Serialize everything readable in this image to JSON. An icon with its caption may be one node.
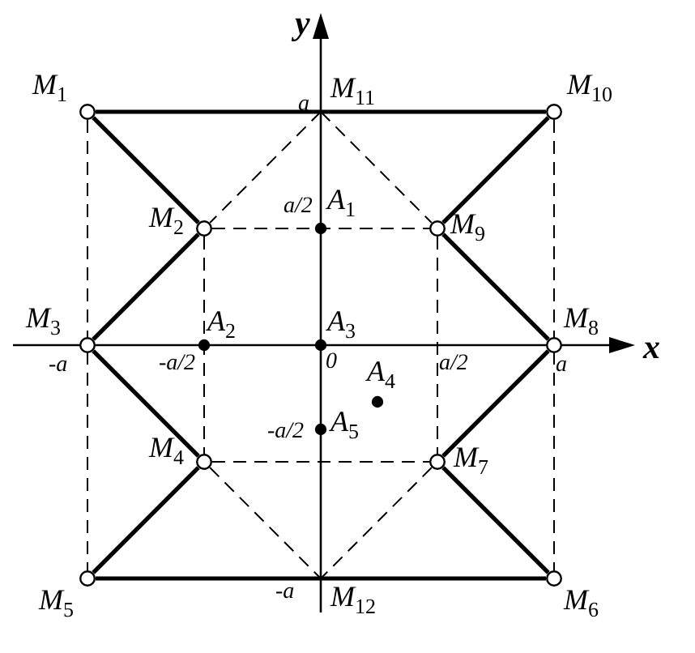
{
  "diagram": {
    "nodes": [
      {
        "text": [
          "M$_{1}$"
        ]
      },
      {
        "text": [
          "M$_{11}$"
        ]
      },
      {
        "text": [
          "M$_{10}$"
        ]
      },
      {
        "text": [
          "M$_{2}$"
        ]
      },
      {
        "text": [
          "A$_{1}$"
        ]
      },
      {
        "text": [
          "M$_{9}$"
        ]
      },
      {
        "text": [
          "M$_{3}$"
        ]
      },
      {
        "text": [
          "A$_{2}$"
        ]
      },
      {
        "text": [
          "A$_{3}$"
        ]
      },
      {
        "text": [
          "M$_{8}$"
        ]
      },
      {
        "text": [
          "A$_{4}$"
        ]
      },
      {
        "text": [
          "M$_{4}$"
        ]
      },
      {
        "text": [
          "M$_{7}$"
        ]
      },
      {
        "text": [
          "A$_{5}$"
        ]
      },
      {
        "text": [
          "M$_{5}$"
        ]
      },
      {
        "text": [
          "M$_{12}$"
        ]
      },
      {
        "text": [
          "M$_{6}$"
        ]
      }
    ],
    "edges": [
      {
        "from": 0,
        "to": 2,
        "arrow": "none",
        "style": "thick"
      },
      {
        "from": 0,
        "to": 3,
        "arrow": "none",
        "style": "thick"
      },
      {
        "from": 3,
        "to": 6,
        "arrow": "none",
        "style": "thick"
      },
      {
        "from": 6,
        "to": 11,
        "arrow": "none",
        "style": "thick"
      },
      {
        "from": 11,
        "to": 14,
        "arrow": "none",
        "style": "thick"
      },
      {
        "from": 14,
        "to": 16,
        "arrow": "none",
        "style": "thick"
      },
      {
        "from": 16,
        "to": 12,
        "arrow": "none",
        "style": "thick"
      },
      {
        "from": 12,
        "to": 9,
        "arrow": "none",
        "style": "thick"
      },
      {
        "from": 9,
        "to": 5,
        "arrow": "none",
        "style": "thick"
      },
      {
        "from": 5,
        "to": 2,
        "arrow": "none",
        "style": "thick"
      },
      {
        "from": 0,
        "to": 14,
        "arrow": "none",
        "style": "dashed"
      },
      {
        "from": 2,
        "to": 16,
        "arrow": "none",
        "style": "dashed"
      },
      {
        "from": 3,
        "to": 5,
        "arrow": "none",
        "style": "dashed"
      },
      {
        "from": 11,
        "to": 12,
        "arrow": "none",
        "style": "dashed"
      },
      {
        "from": 3,
        "to": 11,
        "arrow": "none",
        "style": "dashed"
      },
      {
        "from": 5,
        "to": 12,
        "arrow": "none",
        "style": "dashed"
      },
      {
        "from": 1,
        "to": 3,
        "arrow": "none",
        "style": "dashed"
      },
      {
        "from": 1,
        "to": 5,
        "arrow": "none",
        "style": "dashed"
      },
      {
        "from": 11,
        "to": 15,
        "arrow": "none",
        "style": "dashed"
      },
      {
        "from": 12,
        "to": 15,
        "arrow": "none",
        "style": "dashed"
      }
    ],
    "labels": [
      "y",
      "a",
      "a/2",
      "-a",
      "-a/2",
      "0",
      "a/2",
      "a",
      "x",
      "-a/2",
      "-a"
    ]
  }
}
